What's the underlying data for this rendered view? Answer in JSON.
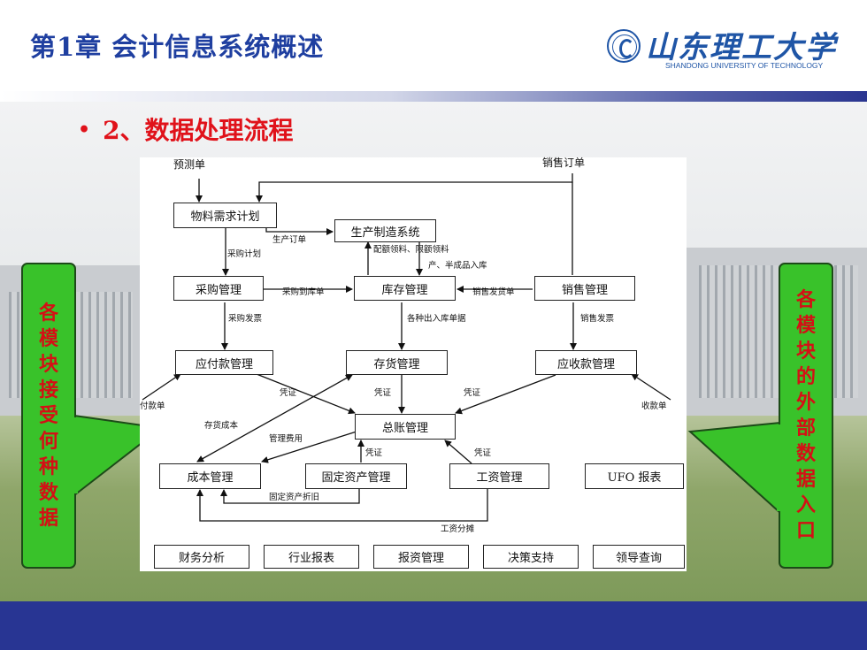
{
  "slide": {
    "title": "第1章 会计信息系统概述",
    "logo": {
      "name": "山东理工大学",
      "english": "SHANDONG UNIVERSITY OF TECHNOLOGY"
    },
    "subtitle": "2、数据处理流程"
  },
  "callouts": {
    "left": [
      "各",
      "模",
      "块",
      "接",
      "受",
      "何",
      "种",
      "数",
      "据"
    ],
    "right": [
      "各",
      "模",
      "块",
      "的",
      "外",
      "部",
      "数",
      "据",
      "入",
      "口"
    ]
  },
  "diagram": {
    "nodes": {
      "material_plan": "物料需求计划",
      "production": "生产制造系统",
      "purchase": "采购管理",
      "inventory": "库存管理",
      "sales": "销售管理",
      "payable": "应付款管理",
      "stock_acct": "存货管理",
      "receivable": "应收款管理",
      "ledger": "总账管理",
      "cost": "成本管理",
      "fixed_assets": "固定资产管理",
      "payroll": "工资管理",
      "ufo": "UFO 报表"
    },
    "bottom_modules": [
      "财务分析",
      "行业报表",
      "报资管理",
      "决策支持",
      "领导查询"
    ],
    "labels": {
      "forecast": "预测单",
      "sales_order": "销售订单",
      "prod_order": "生产订单",
      "purchase_plan": "采购计划",
      "material_issue": "配额领料、限额领料",
      "product_in": "产、半成品入库",
      "purchase_receipt": "采购到库单",
      "sales_ship": "销售发货单",
      "purchase_invoice": "采购发票",
      "io_docs": "各种出入库单据",
      "sales_invoice": "销售发票",
      "voucher1": "凭证",
      "voucher2": "凭证",
      "voucher3": "凭证",
      "voucher4": "凭证",
      "voucher5": "凭证",
      "payment": "付款单",
      "receipt": "收款单",
      "stock_cost": "存货成本",
      "mgmt_expense": "管理费用",
      "depreciation": "固定资产折旧",
      "salary_alloc": "工资分摊"
    }
  },
  "colors": {
    "title": "#1f3fa0",
    "subtitle": "#e0121a",
    "callout_fill": "#39c22a",
    "callout_text": "#d50f15",
    "footer": "#283593"
  }
}
